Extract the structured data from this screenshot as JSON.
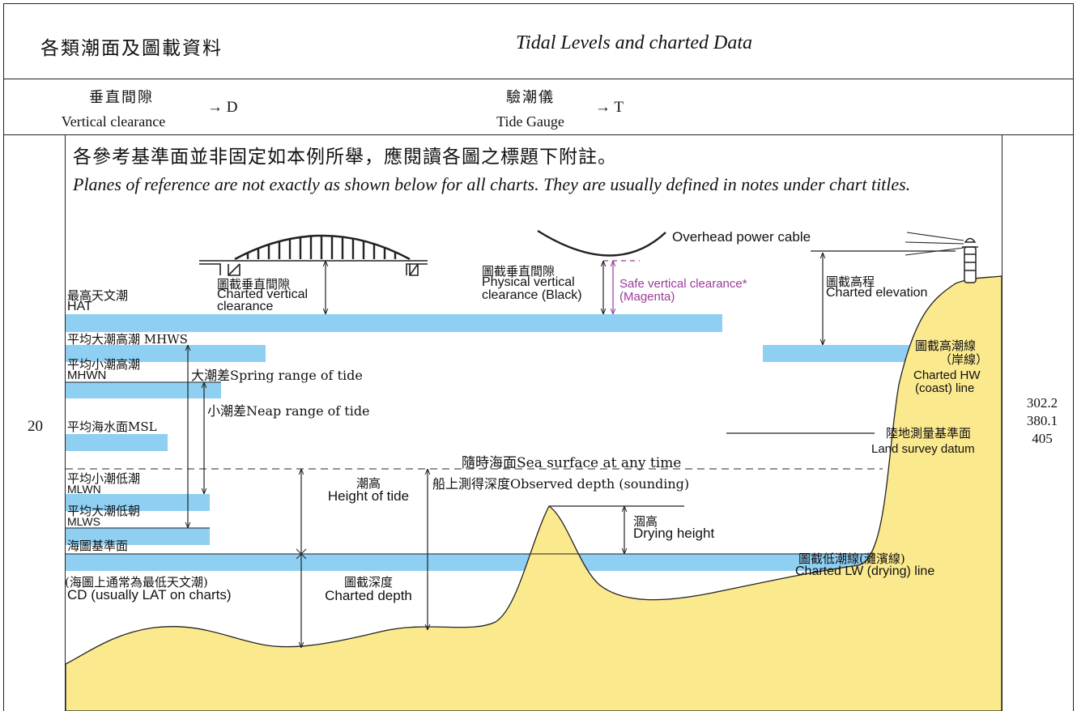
{
  "header": {
    "title_zh": "各類潮面及圖載資料",
    "title_en": "Tidal Levels and charted Data"
  },
  "refs": [
    {
      "zh": "垂直間隙",
      "en": "Vertical clearance",
      "arrow": "→ D"
    },
    {
      "zh": "驗潮儀",
      "en": "Tide Gauge",
      "arrow": "→ T"
    }
  ],
  "row_number": "20",
  "side_refs": [
    "302.2",
    "380.1",
    "405"
  ],
  "note": {
    "zh": "各參考基準面並非固定如本例所舉，應閱讀各圖之標題下附註。",
    "en": "Planes of reference are not exactly as shown below for all charts. They are usually defined in notes under chart titles."
  },
  "diagram": {
    "overhead_cable": "Overhead power cable",
    "charted_vertical_clearance_zh": "圖截垂直間隙",
    "charted_vertical_clearance_en1": "Charted vertical",
    "charted_vertical_clearance_en2": "clearance",
    "physical_clearance_zh": "圖截垂直間隙",
    "physical_clearance_en1": "Physical vertical",
    "physical_clearance_en2": "clearance (Black)",
    "safe_clearance_en1": "Safe vertical clearance*",
    "safe_clearance_en2": "(Magenta)",
    "charted_elevation_zh": "圖截高程",
    "charted_elevation_en": "Charted elevation",
    "hat_zh": "最高天文潮",
    "hat_en": "HAT",
    "mhws": "平均大潮高潮 MHWS",
    "mhwn_zh": "平均小潮高潮",
    "mhwn_en": "MHWN",
    "spring_range": "大潮差Spring range of tide",
    "neap_range": "小潮差Neap range of tide",
    "msl": "平均海水面MSL",
    "charted_hw_zh1": "圖截高潮線",
    "charted_hw_zh2": "（岸線）",
    "charted_hw_en1": "Charted HW",
    "charted_hw_en2": "(coast) line",
    "land_datum_zh": "陸地測量基準面",
    "land_datum_en": "Land survey datum",
    "sea_surface": "隨時海面Sea surface at any time",
    "mlwn_zh": "平均小潮低潮",
    "mlwn_en": "MLWN",
    "height_of_tide_zh": "潮高",
    "height_of_tide_en": "Height of tide",
    "observed_depth": "船上測得深度Observed depth (sounding)",
    "mlws_zh": "平均大潮低朝",
    "mlws_en": "MLWS",
    "drying_height_zh": "涸高",
    "drying_height_en": "Drying height",
    "cd_zh": "海圖基準面",
    "charted_lw_zh": "圖截低潮線(灘濱線)",
    "charted_lw_en": "Charted LW (drying) line",
    "cd_note_zh": "(海圖上通常為最低天文潮)",
    "cd_note_en": "CD (usually LAT on charts)",
    "charted_depth_zh": "圖截深度",
    "charted_depth_en": "Charted depth"
  },
  "colors": {
    "water": "#8ecff2",
    "land": "#fbe98e",
    "magenta": "#9b3a9a",
    "line": "#222222"
  }
}
